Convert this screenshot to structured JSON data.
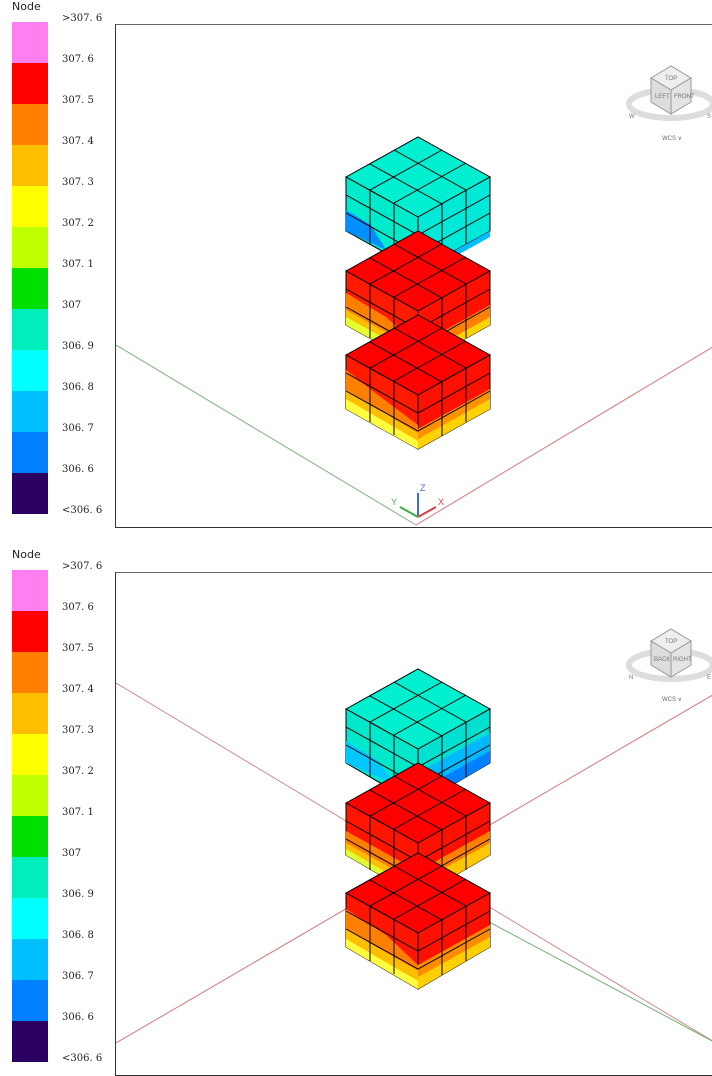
{
  "legend": {
    "title": "Node",
    "labels": [
      ">307. 6",
      "307. 6",
      "307. 5",
      "307. 4",
      "307. 3",
      "307. 2",
      "307. 1",
      "307",
      "306. 9",
      "306. 8",
      "306. 7",
      "306. 6",
      "<306. 6"
    ],
    "colors": [
      "#ff7ff0",
      "#ff0000",
      "#ff8000",
      "#ffbf00",
      "#ffff00",
      "#bfff00",
      "#00e000",
      "#00eebb",
      "#00ffff",
      "#00bfff",
      "#0080ff",
      "#2a0060"
    ]
  },
  "viewcube": {
    "faces": [
      "TOP",
      "LEFT",
      "FRONT"
    ],
    "faces_bottom": [
      "TOP",
      "BACK",
      "RIGHT"
    ],
    "directions": [
      "W",
      "S"
    ],
    "directions_bottom": [
      "N",
      "E"
    ],
    "wcs_label": "WCS ∨"
  },
  "axes": {
    "x": "X",
    "y": "Y",
    "z": "Z"
  }
}
